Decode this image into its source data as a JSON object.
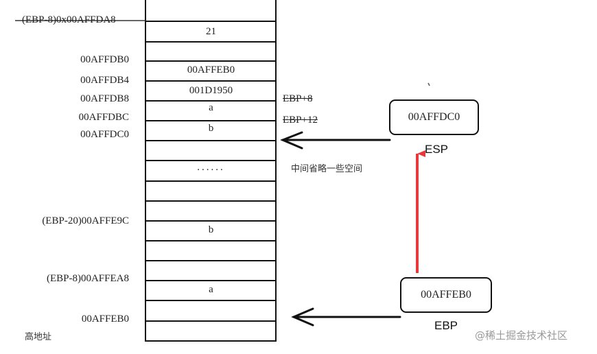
{
  "stack": {
    "top_label": "(EBP-8)0x00AFFDA8",
    "cells": [
      "21",
      "00AFFEB0",
      "001D1950",
      "a",
      "b",
      "......",
      "b",
      "a"
    ],
    "addresses": [
      "00AFFDB0",
      "00AFFDB4",
      "00AFFDB8",
      "00AFFDBC",
      "00AFFDC0",
      "(EBP-20)00AFFE9C",
      "(EBP-8)00AFFEA8",
      "00AFFEB0"
    ],
    "high_address_label": "高地址"
  },
  "offsets": [
    "EBP+8",
    "EBP+12"
  ],
  "note": "中间省略一些空间",
  "esp": {
    "box_value": "00AFFDC0",
    "label": "ESP"
  },
  "ebp": {
    "box_value": "00AFFEB0",
    "label": "EBP"
  },
  "watermark": "@稀土掘金技术社区",
  "colors": {
    "line": "#111111",
    "arrow_red": "#e8383a",
    "watermark": "#9a9a9a"
  }
}
